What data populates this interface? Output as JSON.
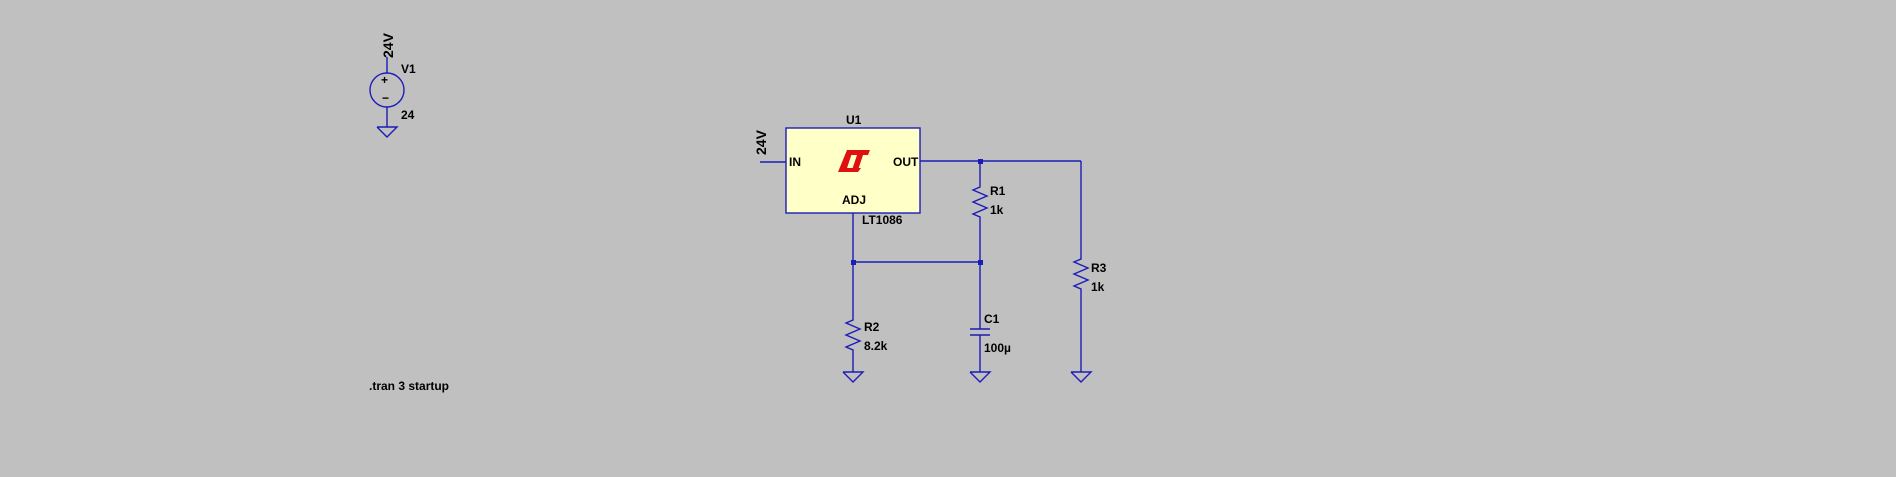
{
  "voltage_source": {
    "label": "24V",
    "name": "V1",
    "value": "24",
    "plus": "+",
    "minus": "−"
  },
  "regulator": {
    "ref": "U1",
    "part": "LT1086",
    "pin_in": "IN",
    "pin_out": "OUT",
    "pin_adj": "ADJ",
    "input_label": "24V",
    "logo": "LT"
  },
  "resistors": {
    "r1": {
      "name": "R1",
      "value": "1k"
    },
    "r2": {
      "name": "R2",
      "value": "8.2k"
    },
    "r3": {
      "name": "R3",
      "value": "1k"
    }
  },
  "capacitor": {
    "name": "C1",
    "value": "100µ"
  },
  "directive": ".tran 3 startup",
  "colors": {
    "background": "#c0c0c0",
    "wire": "#1c1cb8",
    "ic_fill": "#ffffc8",
    "logo": "#e01010"
  }
}
